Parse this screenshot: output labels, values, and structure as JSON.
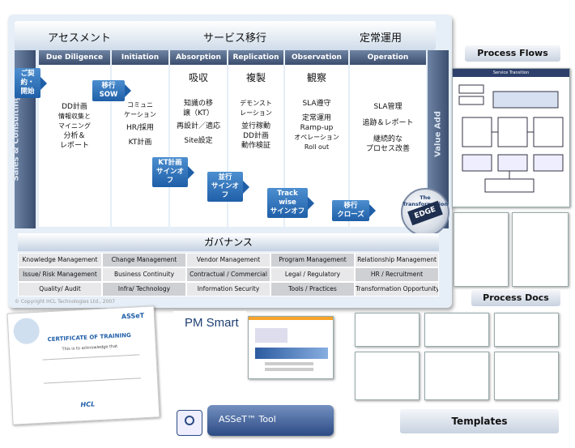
{
  "phases_top": {
    "assessment": "アセスメント",
    "transition": "サービス移行",
    "operations": "定常運用"
  },
  "phases": [
    "Due Diligence",
    "Initiation",
    "Absorption",
    "Replication",
    "Observation",
    "Operation"
  ],
  "side_left": "Sales & Consulting",
  "side_right": "Value Add",
  "columns": {
    "due_diligence": [
      "DD計画",
      "情報収集と",
      "マイニング",
      "分析＆",
      "レポート"
    ],
    "initiation": [
      "コミュニ",
      "ケーション",
      "HR/採用",
      "KT計画"
    ],
    "absorption": [
      "吸収",
      "知識の移",
      "譲（KT）",
      "再設計／適応",
      "Site設定"
    ],
    "replication": [
      "複製",
      "デモンスト",
      "レーション",
      "並行稼動",
      "DD計画",
      "動作検証"
    ],
    "observation": [
      "観察",
      "SLA遵守",
      "定常運用",
      "Ramp-up",
      "オペレーション",
      "Roll out"
    ],
    "operation": [
      "SLA管理",
      "追跡＆レポート",
      "継続的な",
      "プロセス改善"
    ]
  },
  "arrows": {
    "contract": [
      "ご契約・",
      "開始"
    ],
    "sow": "移行SOW",
    "kt_signoff": [
      "KT計画",
      "サインオフ"
    ],
    "parallel_signoff": [
      "並行",
      "サインオフ"
    ],
    "trackwise_signoff": [
      "Track wise",
      "サインオフ"
    ],
    "close": [
      "移行",
      "クローズ"
    ]
  },
  "governance": "ガバナンス",
  "governance_grid": [
    [
      "Knowledge Management",
      "Change Management",
      "Vendor Management",
      "Program Management",
      "Relationship Management"
    ],
    [
      "Issue/ Risk Management",
      "Business Continuity",
      "Contractual / Commercial",
      "Legal / Regulatory",
      "HR / Recruitment"
    ],
    [
      "Quality/ Audit",
      "Infra/ Technology",
      "Information Security",
      "Tools / Practices",
      "Transformation Opportunity"
    ]
  ],
  "copyright": "© Copyright HCL Technologies Ltd., 2007",
  "edge": {
    "ring": "The Transformation",
    "center": "EDGE"
  },
  "process_flows": "Process Flows",
  "service_transition": "Service Transition",
  "process_docs": "Process Docs",
  "templates": "Templates",
  "certificate": {
    "title": "CERTIFICATE OF TRAINING",
    "sub": "This is to acknowledge that",
    "brand": "HCL",
    "logo": "ASSeT"
  },
  "pmsmart": "PM Smart",
  "asset_tool": "ASSeT™ Tool",
  "colors": {
    "bar": "#3b4d6d",
    "arrow": "#1f5fa8",
    "panel": "#e6eef7"
  }
}
